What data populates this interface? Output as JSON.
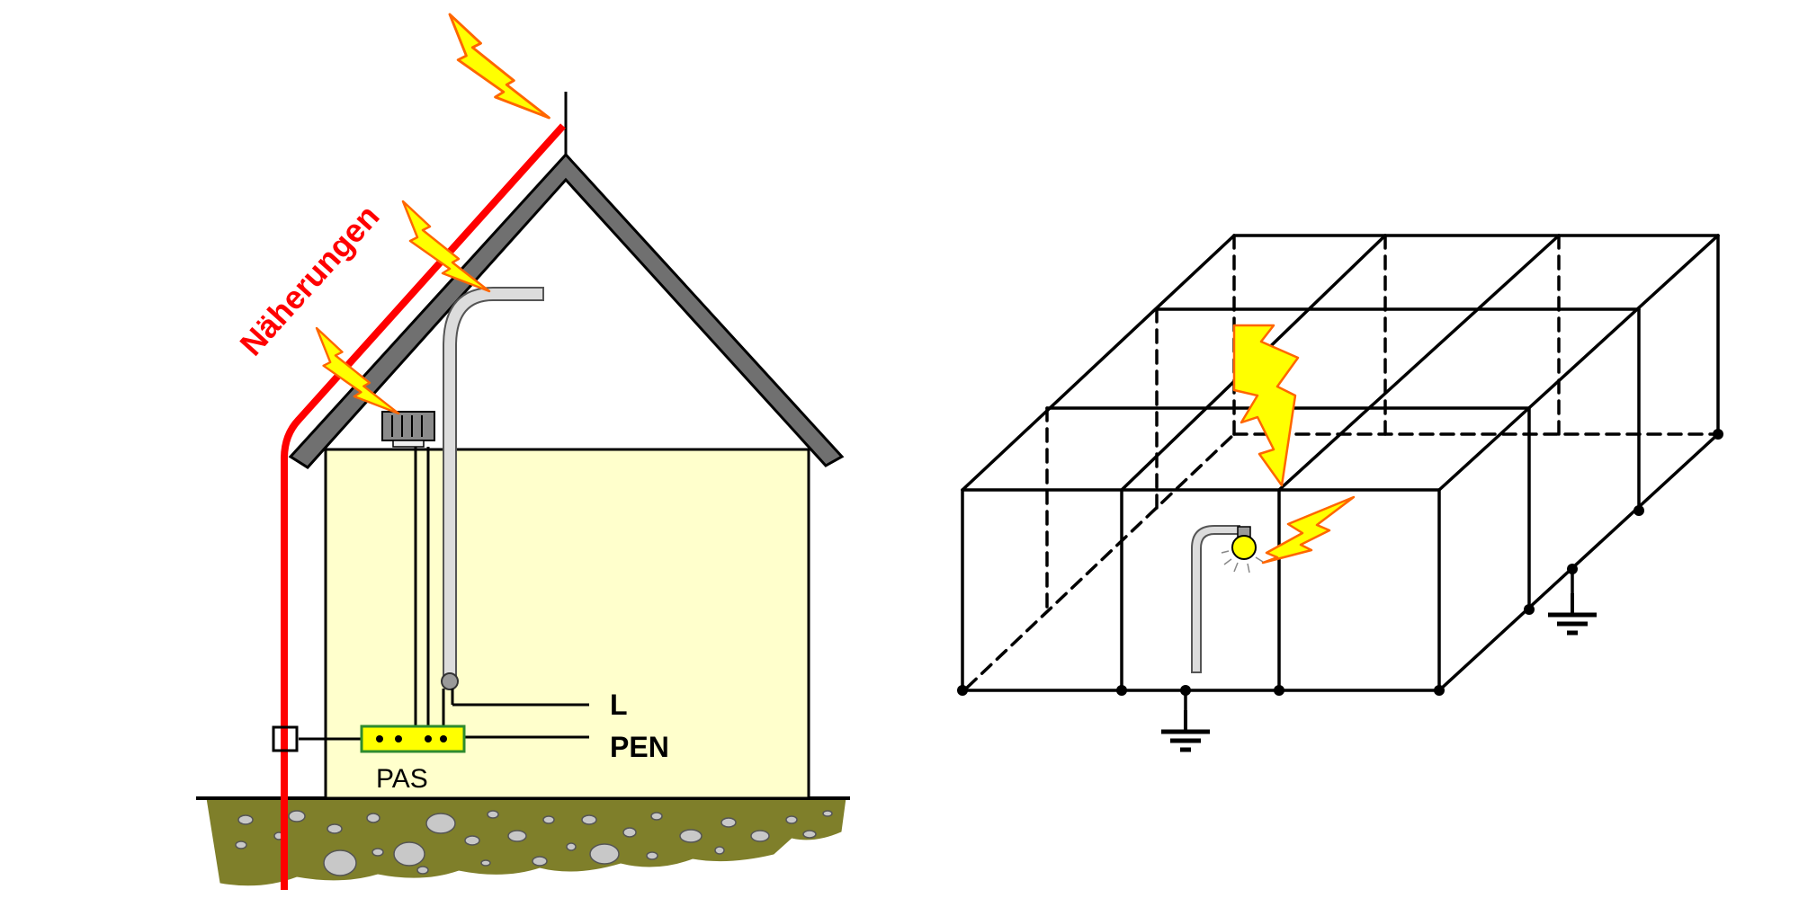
{
  "house": {
    "proximity_label": "Näherungen",
    "conductor_L": "L",
    "conductor_PEN": "PEN",
    "bonding_bar": "PAS"
  },
  "colors": {
    "down_conductor": "#ff0000",
    "roof": "#707070",
    "wall_fill": "#ffffcc",
    "pas_fill": "#ffff00",
    "pas_border": "#2e8b2e",
    "ground_fill": "#7f7f2a",
    "lightning_fill": "#ffff00",
    "lightning_stroke": "#ff6600"
  },
  "icons": {
    "strike": "lightning-bolt-icon",
    "lamp": "light-bulb-icon",
    "earth": "ground-symbol-icon"
  }
}
